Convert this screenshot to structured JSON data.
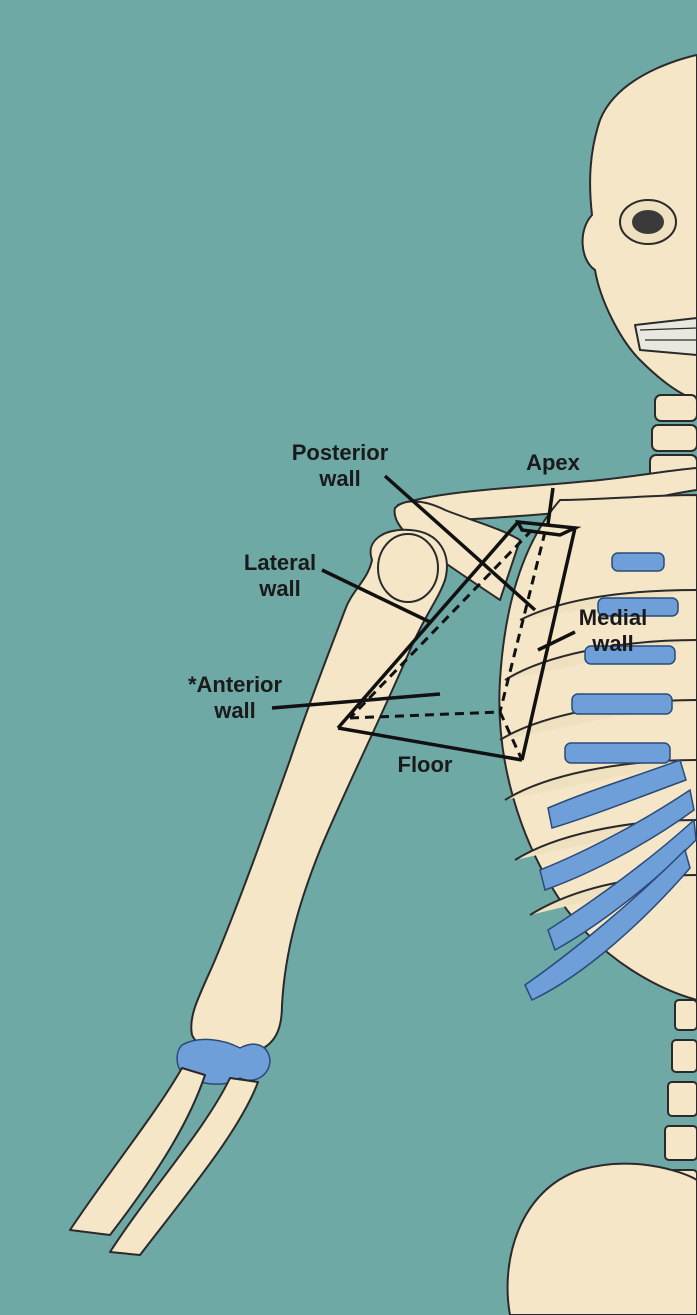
{
  "labels": {
    "posterior_wall": [
      "Posterior",
      "wall"
    ],
    "apex": "Apex",
    "lateral_wall": [
      "Lateral",
      "wall"
    ],
    "medial_wall": [
      "Medial",
      "wall"
    ],
    "anterior_wall": [
      "*Anterior",
      "wall"
    ],
    "floor": "Floor"
  },
  "colors": {
    "background": "#6fa9a6",
    "bone": "#f5e6c8",
    "cartilage": "#6f9fd8",
    "outline": "#2a2a2a"
  }
}
